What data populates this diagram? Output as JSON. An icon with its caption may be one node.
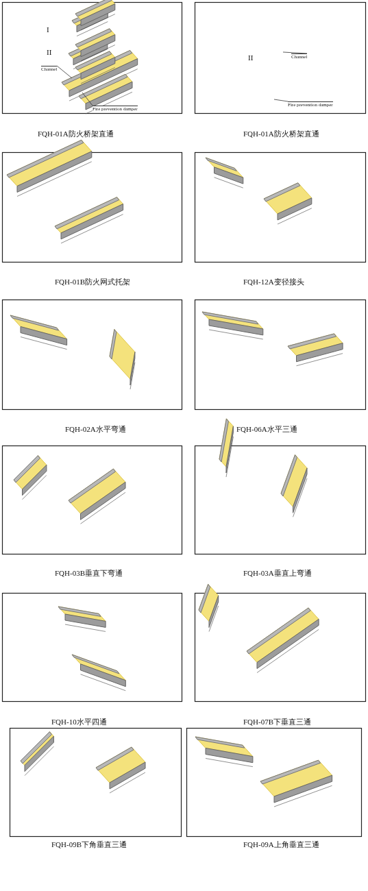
{
  "diagram": {
    "nodes": [
      {
        "text": [
          "Channel"
        ]
      },
      {
        "text": [
          "Fire prevention damper"
        ]
      },
      {
        "text": [
          "Channel"
        ]
      },
      {
        "text": [
          "Fire prevention damper"
        ]
      }
    ],
    "edges": [
      {
        "from": 0,
        "to": null,
        "arrow": "none"
      },
      {
        "from": 1,
        "to": null,
        "arrow": "none"
      },
      {
        "from": 2,
        "to": null,
        "arrow": "none"
      },
      {
        "from": 3,
        "to": null,
        "arrow": "none"
      }
    ],
    "labels": [
      "I",
      "II",
      "II",
      "FQH-01A防火桥架直通",
      "FQH-01A防火桥架直通",
      "FQH-01B防火网式托架",
      "FQH-12A变径接头",
      "FQH-02A水平弯通",
      "FQH-06A水平三通",
      "FQH-03B垂直下弯通",
      "FQH-03A垂直上弯通",
      "FQH-10水平四通",
      "FQH-07B下垂直三通",
      "FQH-09B下角垂直三通",
      "FQH-09A上角垂直三通"
    ]
  }
}
